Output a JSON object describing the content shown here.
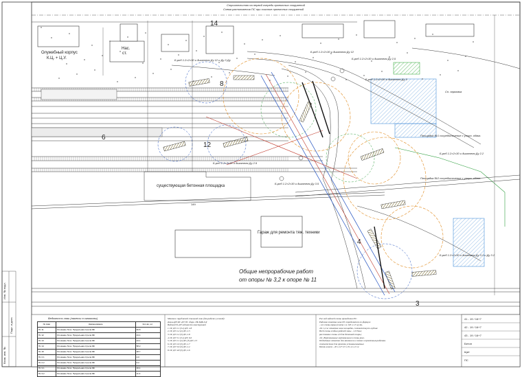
{
  "header": {
    "line1": "Строительство на первой очереди проектных сооружений",
    "line2": "Схема расположения ПС при очистке проектных сооружений"
  },
  "labels": {
    "service_building": "Служебный корпус",
    "service_sub": "К.Ц. + Ц.У.",
    "pump": "Нас.",
    "pump2": "ст.",
    "concrete_area": "существующая бетонная площадка",
    "repair_garage": "Гараж для ремонта тяж. техники",
    "work_zone_1": "Общие непрорабочие работ",
    "work_zone_2": "от опоры № 3,2 к опоре № 11",
    "num_14": "14",
    "num_8": "8",
    "num_12": "12",
    "num_6": "6",
    "num_4": "4",
    "num_3": "3",
    "num_149": "149",
    "sd_label": "Сп. парковка",
    "site1": "Площадка №1 сосредоточение с упорн. обвяз.",
    "site2": "Площадка №2 сосредоточение с упорн. обвяз."
  },
  "callouts": [
    "Б-рпб 1.2×2×30 и дигателя Ду 12",
    "Б-рпб 1.2×2×30 и дигателя Ду 12 и Ду 3 Ду",
    "Б-рпб 1.2×2×30 и дигателя Ду 2,5",
    "Б-рпб 1.2×2×30 и дигателя Ду 3",
    "Б-рпб 1.2×2×30 и дигателя Ду 2.9",
    "Б-рпб 1.2×2×30 и дигателя Ду 2.2",
    "Б-рпб 1.2×2×30 и дигателя Ду 3.5",
    "Б-рпб 1.2×2×30 и дигателя Ду 3.1 и Ду 3.2"
  ],
  "table": {
    "title": "Ведомость сваи (пакеты в скважины)",
    "headers": [
      "№ сваи",
      "Наименование",
      "Кол-во, шт."
    ],
    "rows": [
      [
        "Пс 11",
        "Укл-вание блок. Продольная стрела ФК",
        "60.8"
      ],
      [
        "Пс 12",
        "Укл-вание блок. Продольная стрела ФК",
        "23.4"
      ],
      [
        "Пс 13",
        "Укл-вание блок. Продольная стрела ФК",
        "24.1"
      ],
      [
        "Пс 14",
        "Укл-вание блок. Продольная стрела ФК",
        "58.2"
      ],
      [
        "Пс 15",
        "Укл-вание блок. Продольная стрела ФК",
        "48.7"
      ],
      [
        "Пс 2.1",
        "Укл-вание блок. Продольная стрела ФК",
        "2.0"
      ],
      [
        "Пс 2.2",
        "Укл-вание блок. Продольная стрела ФК",
        "6.2"
      ],
      [
        "Пс 3.1",
        "Укл-вание блок. Продольная стрела ФК",
        "16.1"
      ],
      [
        "Пс 3.2",
        "Укл-вание блок. Продольная стрела ФК",
        "11.3"
      ]
    ]
  },
  "notes1": {
    "title": "Монтаж трубчатой стальной сваи (для рабочих условий):",
    "lines": [
      "Длина ДП ФС ДУ ПС сборк. ПК БДБ-Т.Д",
      "Водовод № ДУ ведомости конструкций",
      "1. Пс ДУ 2.1 (3.2) ДУ, 2.8",
      "2. Пс ДУ 2.2 (2) ДУ, 2.5",
      "3. Пс ДУ 2.2 (3) ДУ, 2.8",
      "4. Пс ДУ 3.1 (3.2) ДУ, 6.6",
      "5. Пс ДУ 2.1 (2) ДУ, (3) ДУ, 2.5",
      "6. Пс ДУ 2.6 (3) ДУ, 2.7",
      "7. Пс ДУ 3.6 (3) ДУ, 2.2",
      "8. Пс ДУ 4.8 (3) ДУ, 2.6"
    ]
  },
  "notes2": {
    "title": "Рис.под задачей схемы проведения ПС:",
    "lines": [
      "Рабочая отметка низа ПС определяется по формуле",
      "- его схемы взрыв (плита 1,2, 0,8 и 1,5 м) 4м,",
      "где 1,2 м: отметка низа площадки, соответствует глубине",
      "Всей схемы особых рабочей зоны - 1,0 Тонн;",
      "расстояние схемы 2,0 для бетонной опоры;",
      "где -Вертикальные вертикального схемы реал.",
      "Подъёмные отметки для монтажа в схемах и проектным работам",
      "соответствие для проекта устанавливаемых",
      "Бетон класса - 20 и 12+2.5 и 31-4 и 21 ж"
    ]
  },
  "right_table": {
    "rows": [
      "41 - 19 / 16+7",
      "42 - 19 / 16+7",
      "43 - 19 / 16+7",
      "Бетон",
      "Щит",
      "ПС"
    ]
  },
  "side_stamp": {
    "a": "Инв. № подл.",
    "b": "Подп. и дата",
    "c": "Взам. инв. №"
  },
  "colors": {
    "line": "#333333",
    "blue": "#1f4fbf",
    "orange": "#e08a1e",
    "red": "#c0392b",
    "green": "#2e9e3e",
    "hatch_blue": "#4a90d9",
    "hatch_green": "#41b048",
    "pile_brown": "#6b5a16"
  }
}
